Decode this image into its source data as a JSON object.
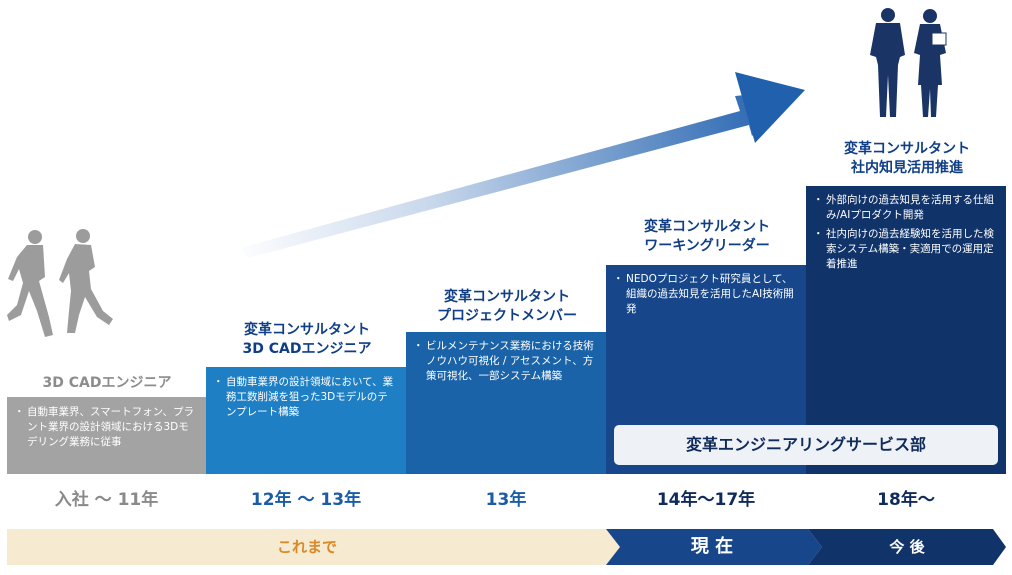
{
  "stages": [
    {
      "title_lines": [
        "3D CADエンジニア"
      ],
      "items": [
        "自動車業界、スマートフォン、プラント業界の設計領域における3Dモデリング業務に従事"
      ],
      "period": "入社 ～ 11年"
    },
    {
      "title_lines": [
        "変革コンサルタント",
        "3D CADエンジニア"
      ],
      "items": [
        "自動車業界の設計領域において、業務工数削減を狙った3Dモデルのテンプレート構築"
      ],
      "period": "12年 ～ 13年"
    },
    {
      "title_lines": [
        "変革コンサルタント",
        "プロジェクトメンバー"
      ],
      "items": [
        "ビルメンテナンス業務における技術ノウハウ可視化 / アセスメント、方策可視化、一部システム構築"
      ],
      "period": "13年"
    },
    {
      "title_lines": [
        "変革コンサルタント",
        "ワーキングリーダー"
      ],
      "items": [
        "NEDOプロジェクト研究員として、組織の過去知見を活用したAI技術開発"
      ],
      "period": "14年～17年"
    },
    {
      "title_lines": [
        "変革コンサルタント",
        "社内知見活用推進"
      ],
      "items": [
        "外部向けの過去知見を活用する仕組み/AIプロダクト開発",
        "社内向けの過去経験知を活用した検索システム構築・実適用での運用定着推進"
      ],
      "period": "18年～"
    }
  ],
  "department": "変革エンジニアリングサービス部",
  "phases": {
    "past": "これまで",
    "present": "現 在",
    "future": "今 後"
  },
  "colors": {
    "gray": "#a3a3a3",
    "blue1": "#1f7fc4",
    "blue2": "#1b63a8",
    "blue3": "#17478a",
    "blue4": "#10336a",
    "title_blue": "#0f3e86",
    "year_blue": "#1a5ca6",
    "beige": "#f6ead0",
    "orange": "#d9892a",
    "navy": "#0f2b5c",
    "people_gray": "#9a9a9a"
  }
}
